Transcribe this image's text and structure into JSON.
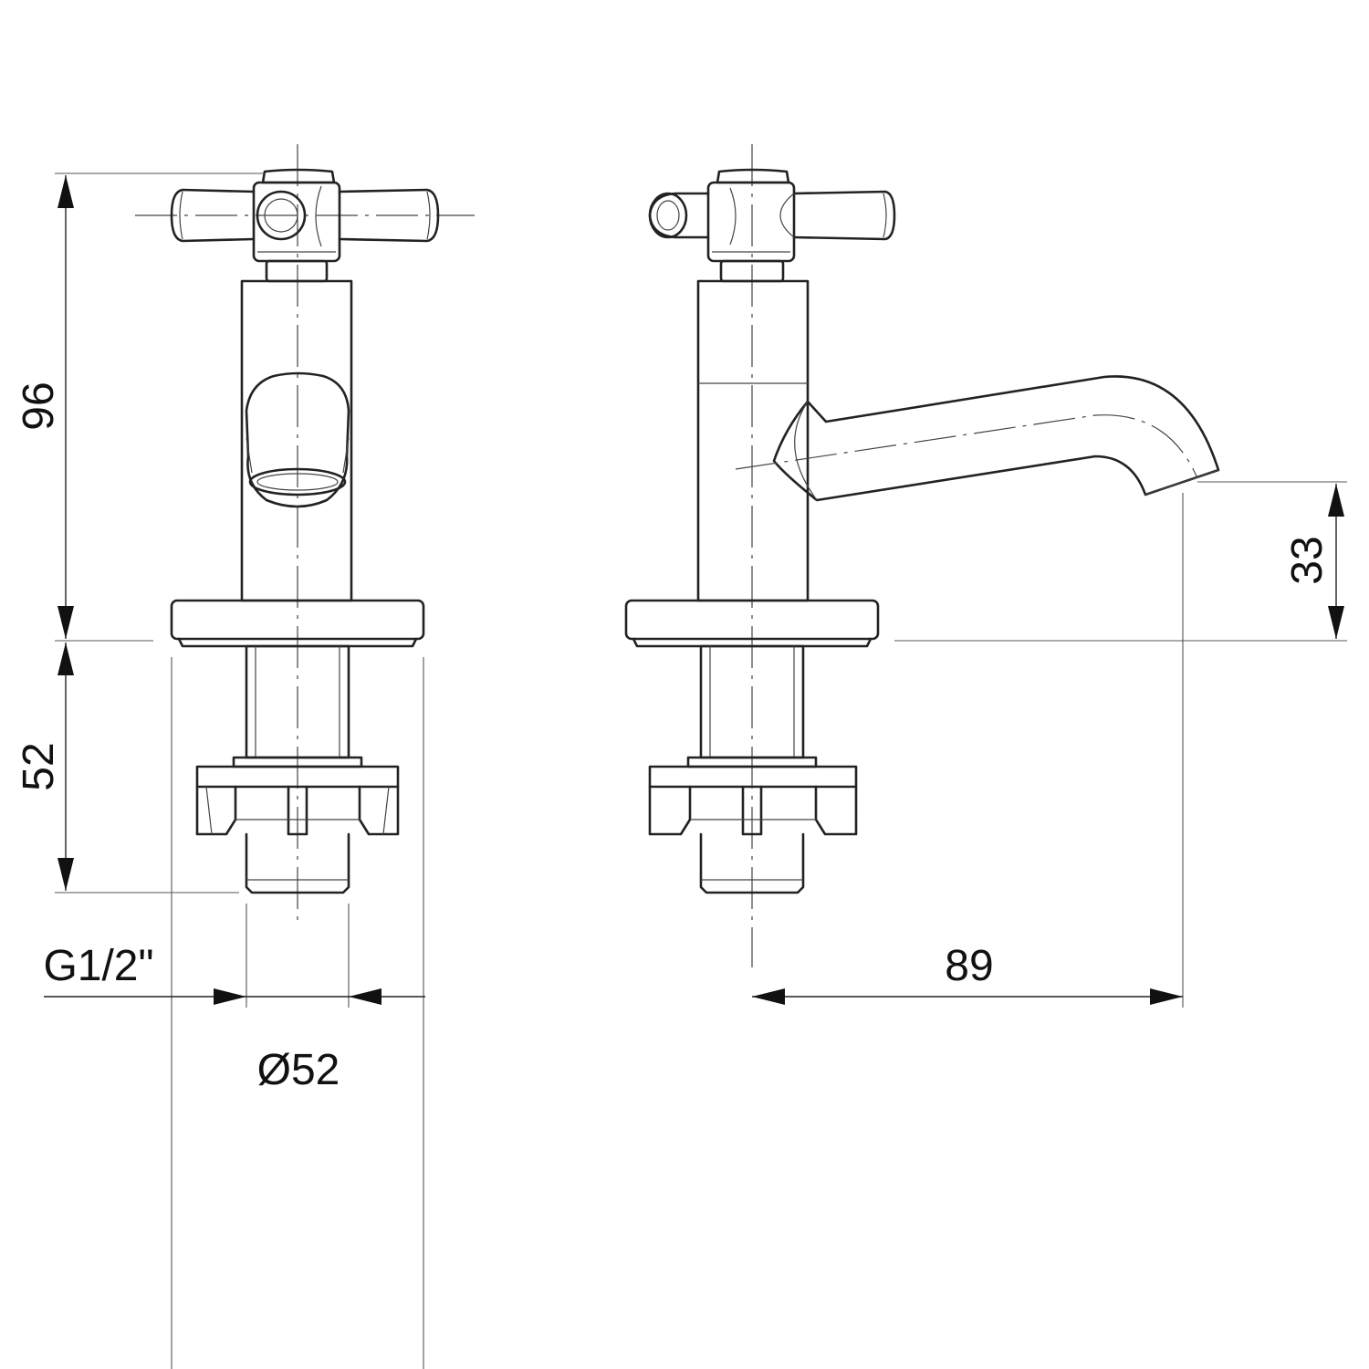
{
  "drawing": {
    "views": [
      "front-view",
      "side-view"
    ],
    "dimensions": {
      "height_upper": "96",
      "height_lower": "52",
      "thread": "G1/2\"",
      "base_diameter": "Ø52",
      "spout_reach": "89",
      "spout_height": "33"
    },
    "colors": {
      "line": "#222222",
      "background": "#ffffff"
    }
  }
}
